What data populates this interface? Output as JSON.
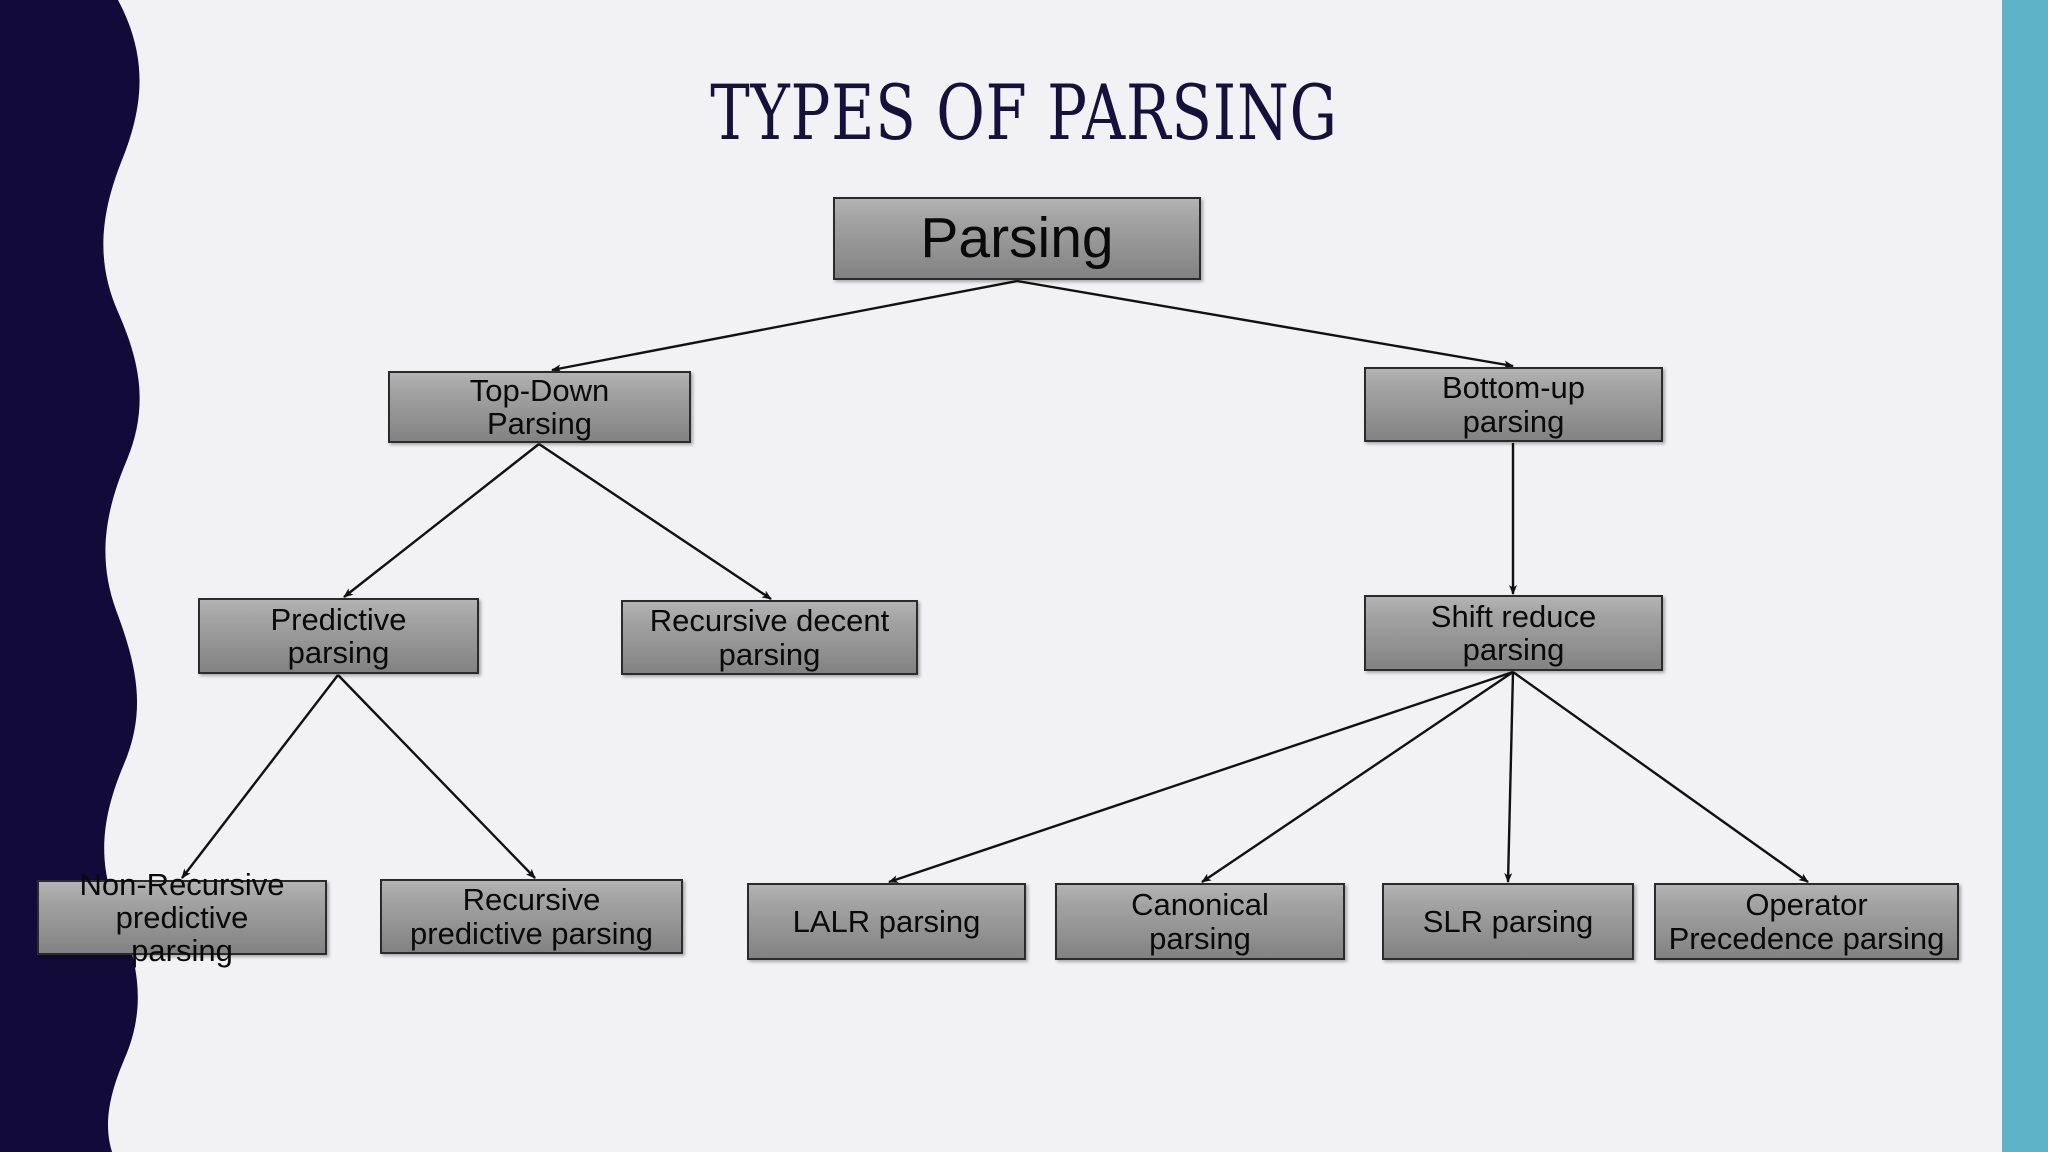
{
  "slide": {
    "title": "TYPES OF PARSING",
    "background_color": "#f2f2f4",
    "accent_left_color": "#120a38",
    "accent_right_color": "#5fb3c8",
    "title_color": "#16113c",
    "node_border_color": "#2b2b2b",
    "node_fill_top": "#b3b3b3",
    "node_fill_bottom": "#828282"
  },
  "diagram": {
    "nodes": {
      "root": {
        "label": "Parsing"
      },
      "top_down": {
        "label": "Top-Down\nParsing"
      },
      "bottom_up": {
        "label": "Bottom-up\nparsing"
      },
      "predictive": {
        "label": "Predictive\nparsing"
      },
      "recursive_decent": {
        "label": "Recursive decent\nparsing"
      },
      "shift_reduce": {
        "label": "Shift reduce\nparsing"
      },
      "non_recursive_predictive": {
        "label": "Non-Recursive\npredictive\nparsing"
      },
      "recursive_predictive": {
        "label": "Recursive\npredictive parsing"
      },
      "lalr": {
        "label": "LALR parsing"
      },
      "canonical": {
        "label": "Canonical\nparsing"
      },
      "slr": {
        "label": "SLR parsing"
      },
      "operator_precedence": {
        "label": "Operator\nPrecedence parsing"
      }
    },
    "edges": [
      {
        "from": "root",
        "to": "top_down"
      },
      {
        "from": "root",
        "to": "bottom_up"
      },
      {
        "from": "top_down",
        "to": "predictive"
      },
      {
        "from": "top_down",
        "to": "recursive_decent"
      },
      {
        "from": "bottom_up",
        "to": "shift_reduce"
      },
      {
        "from": "predictive",
        "to": "non_recursive_predictive"
      },
      {
        "from": "predictive",
        "to": "recursive_predictive"
      },
      {
        "from": "shift_reduce",
        "to": "lalr"
      },
      {
        "from": "shift_reduce",
        "to": "canonical"
      },
      {
        "from": "shift_reduce",
        "to": "slr"
      },
      {
        "from": "shift_reduce",
        "to": "operator_precedence"
      }
    ]
  }
}
